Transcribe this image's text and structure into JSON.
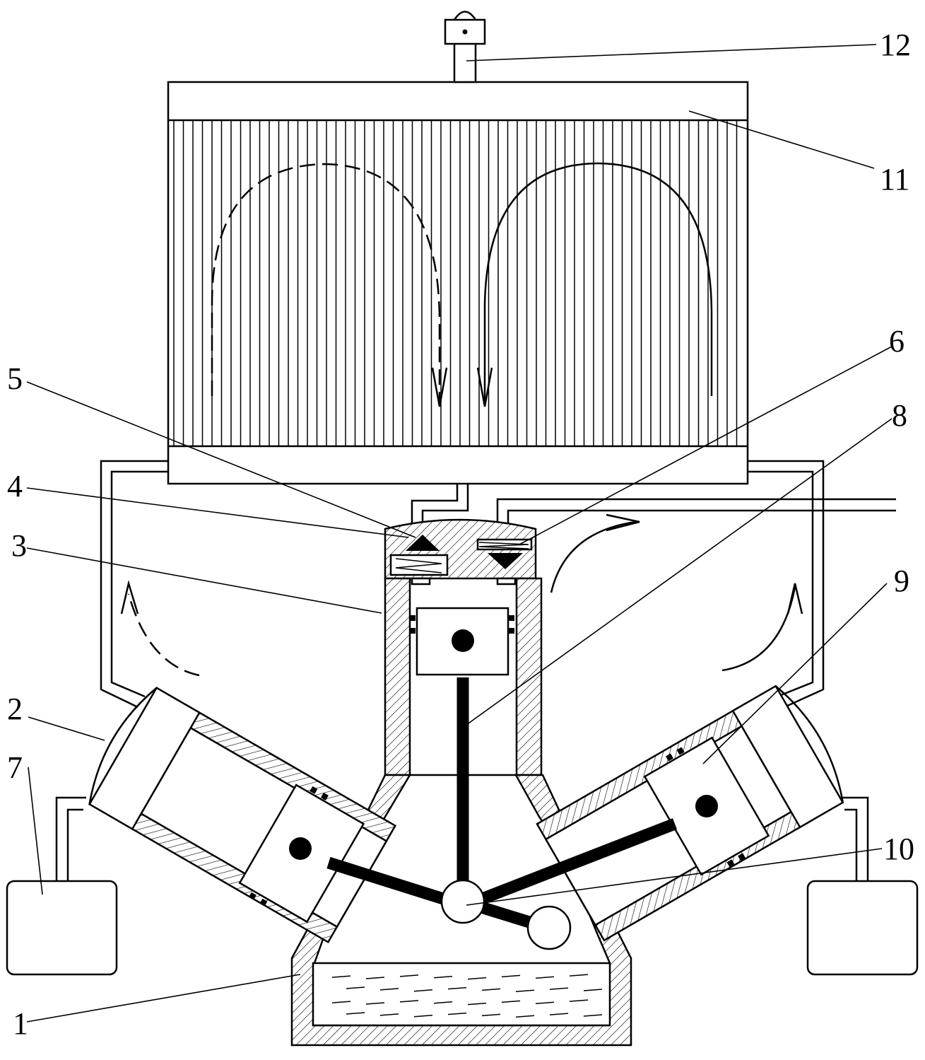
{
  "labels": {
    "l1": "1",
    "l2": "2",
    "l3": "3",
    "l4": "4",
    "l5": "5",
    "l6": "6",
    "l7": "7",
    "l8": "8",
    "l9": "9",
    "l10": "10",
    "l11": "11",
    "l12": "12"
  },
  "colors": {
    "line": "#000000",
    "background": "#ffffff"
  }
}
